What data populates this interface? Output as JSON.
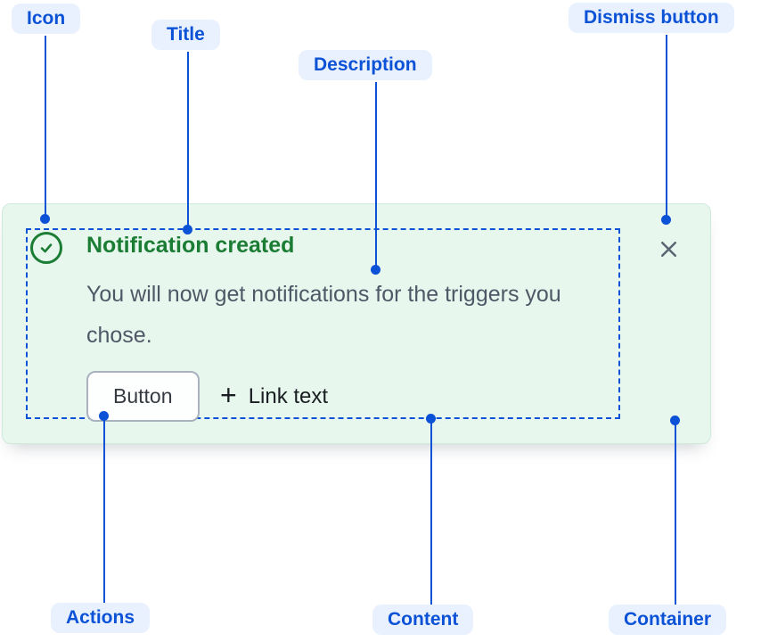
{
  "annotations": {
    "icon": {
      "label": "Icon"
    },
    "title": {
      "label": "Title"
    },
    "description": {
      "label": "Description"
    },
    "dismiss": {
      "label": "Dismiss button"
    },
    "actions": {
      "label": "Actions"
    },
    "content": {
      "label": "Content"
    },
    "container": {
      "label": "Container"
    }
  },
  "flag": {
    "icon_name": "success-check-icon",
    "title": "Notification created",
    "description": "You will now get notifications for the triggers you chose.",
    "actions": {
      "button_label": "Button",
      "plus": "+",
      "link_label": "Link text"
    },
    "dismiss_icon_name": "close-icon"
  },
  "colors": {
    "annotation_blue": "#0c52d6",
    "annotation_pill_bg": "#e9f1fe",
    "success_green": "#1b7d34",
    "card_background": "#e8f7ee",
    "card_border": "#cfeadb",
    "body_text": "#4e5866",
    "button_border": "#a9b2be",
    "dismiss_gray": "#5b6572"
  }
}
